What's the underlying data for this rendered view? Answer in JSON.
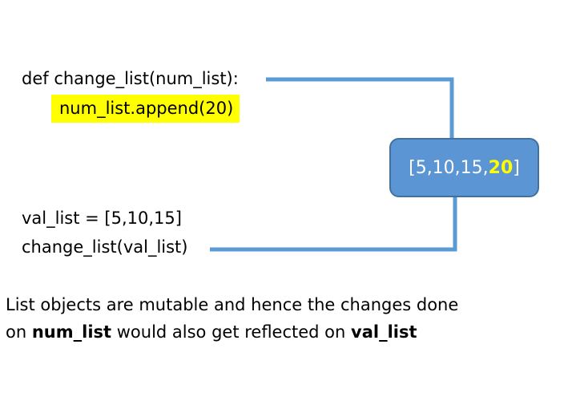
{
  "code": {
    "def_line": "def change_list(num_list):",
    "append_line": "num_list.append(20)",
    "assign_line": "val_list = [5,10,15]",
    "call_line": "change_list(val_list)"
  },
  "list_box": {
    "prefix": "[5,10,15,",
    "new_value": "20",
    "suffix": "]"
  },
  "note": {
    "text_1": "List objects are mutable and hence the changes done",
    "text_2": "on ",
    "bold_1": "num_list",
    "text_3": " would also get reflected on ",
    "bold_2": "val_list"
  },
  "colors": {
    "connector": "#5b9bd5",
    "box_fill": "#5b95d4",
    "box_border": "#41719c",
    "highlight": "#ffff00",
    "new_value": "#ffff00"
  }
}
